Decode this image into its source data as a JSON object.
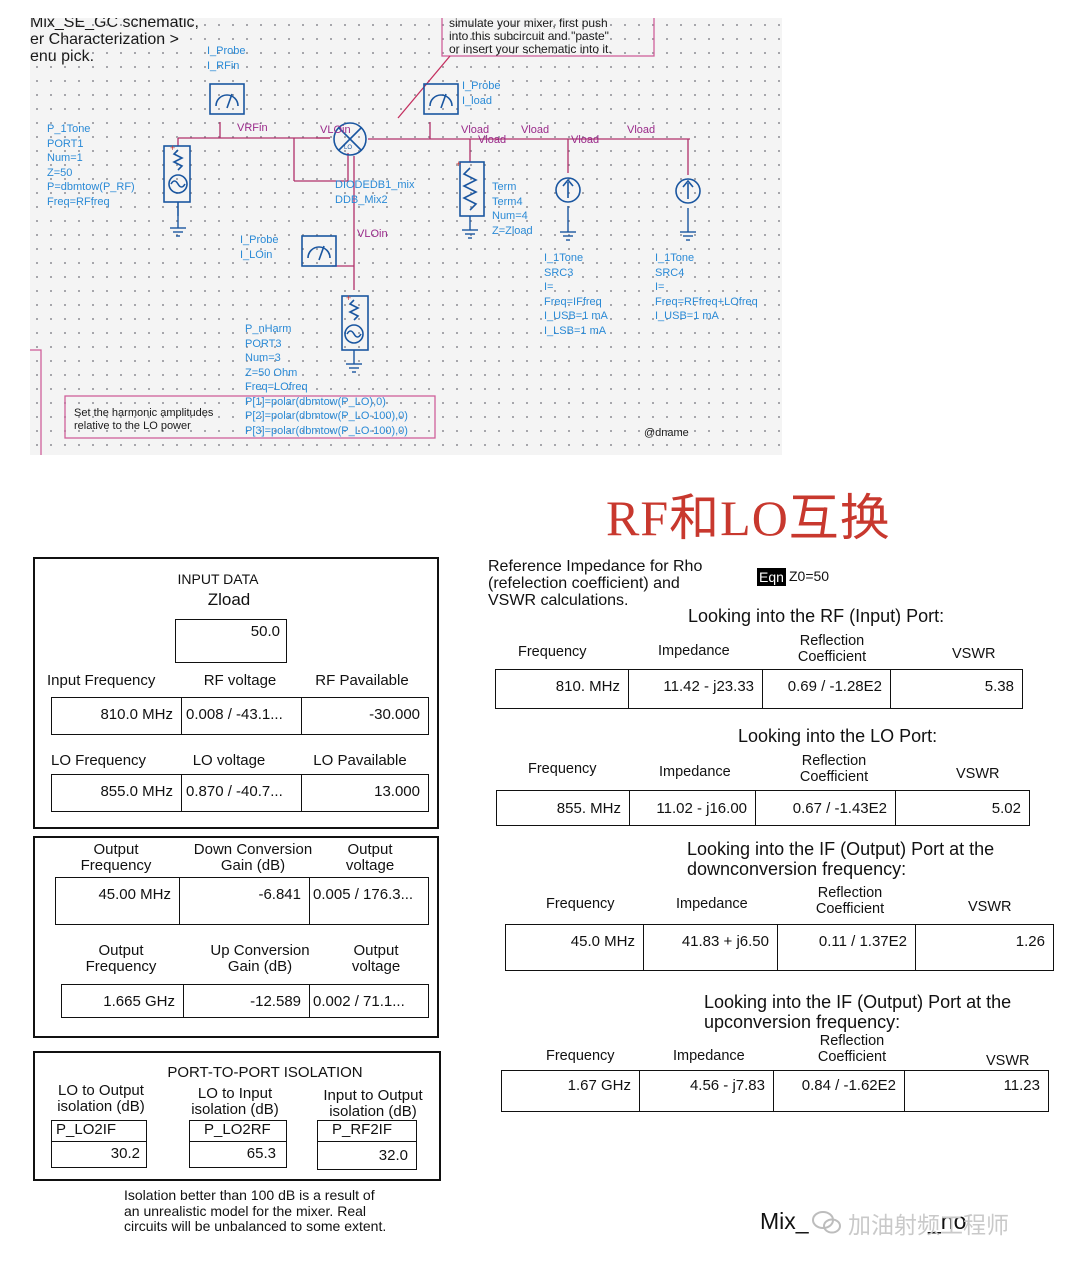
{
  "schematic": {
    "top_left_text": [
      "Mix_SE_GC schematic,",
      "er Characterization >",
      "enu pick."
    ],
    "note_box": [
      "simulate your mixer, first push",
      "into this subcircuit and \"paste\"",
      "or insert your schematic into it."
    ],
    "probe_rf": [
      "I_Probe",
      "I_RFin"
    ],
    "probe_load": [
      "I_Probe",
      "I_load"
    ],
    "probe_lo": [
      "I_Probe",
      "I_LOin"
    ],
    "port1": [
      "P_1Tone",
      "PORT1",
      "Num=1",
      "Z=50",
      "P=dbmtow(P_RF)",
      "Freq=RFfreq"
    ],
    "port3": [
      "P_nHarm",
      "PORT3",
      "Num=3",
      "Z=50 Ohm",
      "Freq=LOfreq",
      "P[1]=polar(dbmtow(P_LO),0)",
      "P[2]=polar(dbmtow(P_LO-100),0)",
      "P[3]=polar(dbmtow(P_LO-100),0)"
    ],
    "mixer": [
      "DIODEDB1_mix",
      "DDB_Mix2"
    ],
    "term": [
      "Term",
      "Term4",
      "Num=4",
      "Z=Zload"
    ],
    "src3": [
      "I_1Tone",
      "SRC3",
      "I=",
      "Freq=IFfreq",
      "I_USB=1 mA",
      "I_LSB=1 mA"
    ],
    "src4": [
      "I_1Tone",
      "SRC4",
      "I=",
      "Freq=RFfreq+LOfreq",
      "I_USB=1 mA"
    ],
    "nodes": {
      "vrfin": "VRFin",
      "vloin_top": "VLOin",
      "vloin": "VLOin",
      "vload": "Vload",
      "mixer_lo": "LO"
    },
    "harmonic_note": [
      "Set the harmonic amplitudes",
      "relative to the LO power"
    ],
    "dname": "@dname"
  },
  "title_text": "RF和LO互换",
  "input_data": {
    "heading": "INPUT DATA",
    "zload_label": "Zload",
    "zload_value": "50.0",
    "col_labels_1": [
      "Input Frequency",
      "RF voltage",
      "RF Pavailable"
    ],
    "row_1": [
      "810.0 MHz",
      "0.008 / -43.1...",
      "-30.000"
    ],
    "col_labels_2": [
      "LO Frequency",
      "LO voltage",
      "LO Pavailable"
    ],
    "row_2": [
      "855.0 MHz",
      "0.870 / -40.7...",
      "13.000"
    ]
  },
  "conversion": {
    "down_labels": [
      "Output Frequency",
      "Down Conversion Gain (dB)",
      "Output voltage"
    ],
    "down_row": [
      "45.00 MHz",
      "-6.841",
      "0.005 / 176.3..."
    ],
    "up_labels": [
      "Output Frequency",
      "Up Conversion Gain (dB)",
      "Output voltage"
    ],
    "up_row": [
      "1.665 GHz",
      "-12.589",
      "0.002 / 71.1..."
    ]
  },
  "isolation": {
    "heading": "PORT-TO-PORT ISOLATION",
    "labels": [
      "LO to Output isolation (dB)",
      "LO to Input isolation (dB)",
      "Input to Output isolation (dB)"
    ],
    "names": [
      "P_LO2IF",
      "P_LO2RF",
      "P_RF2IF"
    ],
    "values": [
      "30.2",
      "65.3",
      "32.0"
    ],
    "footnote": [
      "Isolation better than 100 dB is a result of",
      "an unrealistic model for the mixer.  Real",
      "circuits will be unbalanced to some extent."
    ]
  },
  "reference": {
    "text": [
      "Reference Impedance for Rho",
      "(refelection coefficient) and",
      "VSWR calculations."
    ],
    "eqn_tag": "Eqn",
    "eqn": "Z0=50"
  },
  "port_tables": [
    {
      "heading": [
        "Looking into the RF (Input) Port:"
      ],
      "cols": [
        "Frequency",
        "Impedance",
        "Reflection Coefficient",
        "VSWR"
      ],
      "values": [
        "810. MHz",
        "11.42 - j23.33",
        "0.69 / -1.28E2",
        "5.38"
      ]
    },
    {
      "heading": [
        "Looking into the LO Port:"
      ],
      "cols": [
        "Frequency",
        "Impedance",
        "Reflection Coefficient",
        "VSWR"
      ],
      "values": [
        "855. MHz",
        "11.02 - j16.00",
        "0.67 / -1.43E2",
        "5.02"
      ]
    },
    {
      "heading": [
        "Looking into the IF (Output) Port at the",
        "downconversion frequency:"
      ],
      "cols": [
        "Frequency",
        "Impedance",
        "Reflection Coefficient",
        "VSWR"
      ],
      "values": [
        "45.0 MHz",
        "41.83 + j6.50",
        "0.11 / 1.37E2",
        "1.26"
      ]
    },
    {
      "heading": [
        "Looking into the IF (Output) Port at the",
        "upconversion frequency:"
      ],
      "cols": [
        "Frequency",
        "Impedance",
        "Reflection Coefficient",
        "VSWR"
      ],
      "values": [
        "1.67 GHz",
        "4.56 - j7.83",
        "0.84 / -1.62E2",
        "11.23"
      ]
    }
  ],
  "footer_left": "Mix_",
  "footer_right": "_no",
  "watermark": "加油射频工程师",
  "colors": {
    "title": "#c8382e",
    "wire": "#b0306a",
    "component": "#1a56a0",
    "label_blue": "#2a8ad6"
  }
}
